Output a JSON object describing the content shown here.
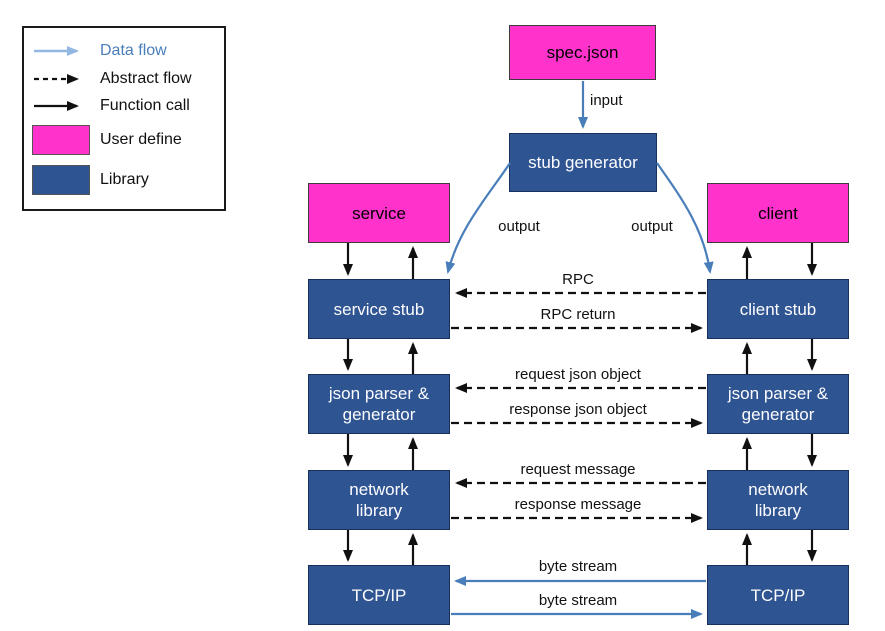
{
  "colors": {
    "user_define_fill": "#ff33cc",
    "library_fill": "#2f5492",
    "data_flow_arrow": "#4a7ebb",
    "legend_data_flow_arrow": "#93b7e3",
    "function_call_arrow": "#111111"
  },
  "legend": {
    "data_flow": "Data flow",
    "abstract_flow": "Abstract flow",
    "function_call": "Function call",
    "user_define": "User define",
    "library": "Library"
  },
  "nodes": {
    "spec_json": {
      "line1": "spec.json"
    },
    "stub_generator": {
      "line1": "stub generator"
    },
    "service": {
      "line1": "service"
    },
    "client": {
      "line1": "client"
    },
    "service_stub": {
      "line1": "service stub"
    },
    "client_stub": {
      "line1": "client stub"
    },
    "json_parser_service": {
      "line1": "json parser &",
      "line2": "generator"
    },
    "json_parser_client": {
      "line1": "json parser &",
      "line2": "generator"
    },
    "network_library_service": {
      "line1": "network",
      "line2": "library"
    },
    "network_library_client": {
      "line1": "network",
      "line2": "library"
    },
    "tcp_ip_service": {
      "line1": "TCP/IP"
    },
    "tcp_ip_client": {
      "line1": "TCP/IP"
    }
  },
  "flows": {
    "input": "input",
    "output_left": "output",
    "output_right": "output",
    "rpc": "RPC",
    "rpc_return": "RPC return",
    "request_json_object": "request json object",
    "response_json_object": "response json object",
    "request_message": "request message",
    "response_message": "response message",
    "byte_stream_upper": "byte stream",
    "byte_stream_lower": "byte stream"
  }
}
